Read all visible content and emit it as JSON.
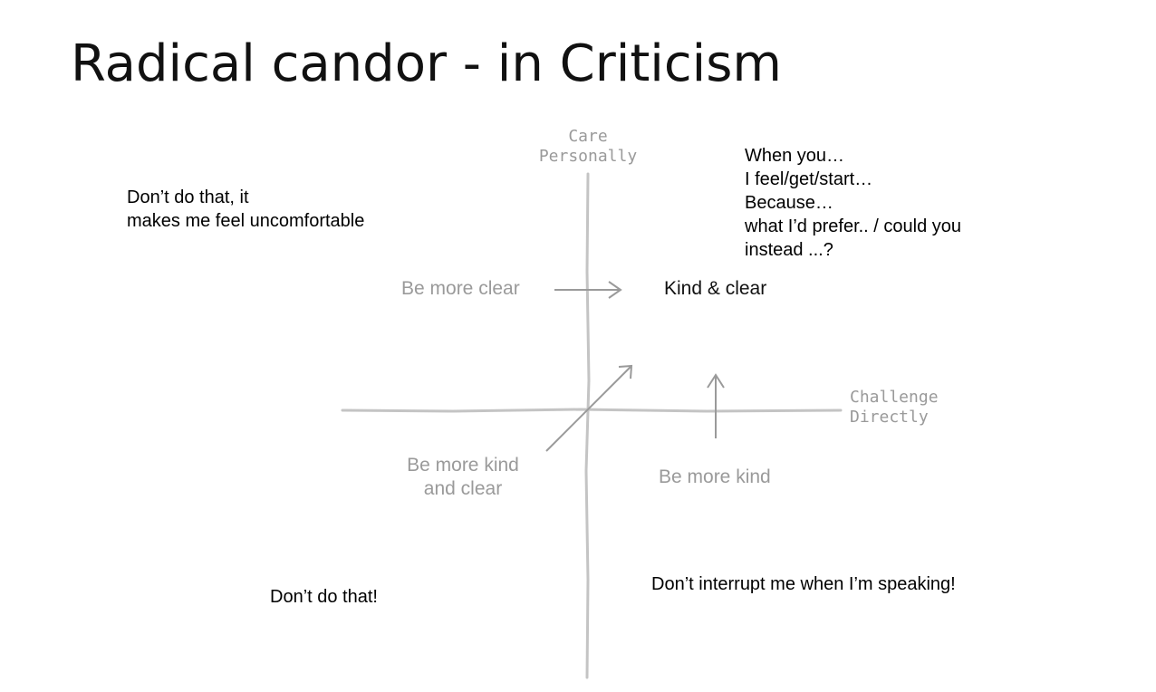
{
  "title": "Radical candor - in Criticism",
  "axes": {
    "y_label_lines": [
      "Care",
      "Personally"
    ],
    "x_label_lines": [
      "Challenge",
      "Directly"
    ]
  },
  "hints": {
    "be_more_clear": "Be more clear",
    "be_more_kind_and_clear_lines": [
      "Be more kind",
      "and clear"
    ],
    "be_more_kind": "Be more kind"
  },
  "goal": "Kind & clear",
  "examples": {
    "top_left_lines": [
      "Don’t do that, it",
      "makes me feel uncomfortable"
    ],
    "top_right_lines": [
      "When you…",
      "I feel/get/start…",
      "Because…",
      "what I’d prefer.. / could you",
      "instead ...?"
    ],
    "bottom_left": "Don’t do that!",
    "bottom_right": "Don’t interrupt me when I’m speaking!"
  },
  "colors": {
    "axis": "#c4c4c4",
    "arrow": "#9a9a9a",
    "hint_text": "#9a9a9a"
  }
}
